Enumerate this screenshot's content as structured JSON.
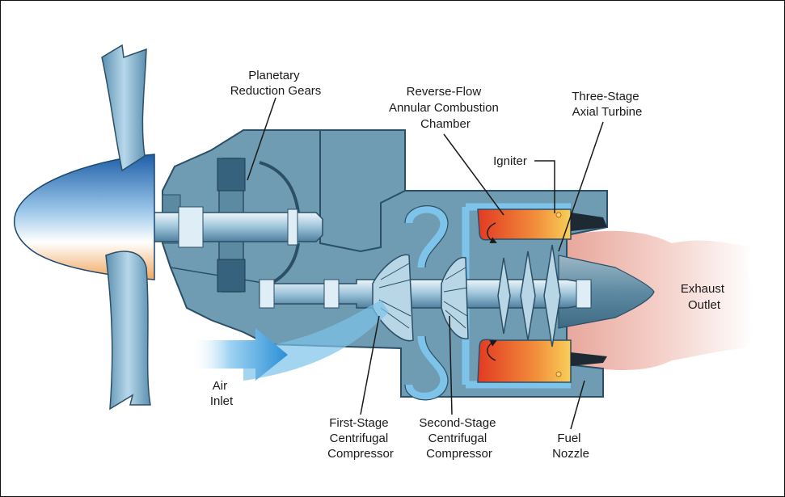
{
  "labels": {
    "planetary": [
      "Planetary",
      "Reduction Gears"
    ],
    "combustion": [
      "Reverse-Flow",
      "Annular Combustion",
      "Chamber"
    ],
    "turbine": [
      "Three-Stage",
      "Axial Turbine"
    ],
    "igniter": [
      "Igniter"
    ],
    "exhaust": [
      "Exhaust",
      "Outlet"
    ],
    "air": [
      "Air",
      "Inlet"
    ],
    "first": [
      "First-Stage",
      "Centrifugal",
      "Compressor"
    ],
    "second": [
      "Second-Stage",
      "Centrifugal",
      "Compressor"
    ],
    "nozzle": [
      "Fuel",
      "Nozzle"
    ]
  },
  "colors": {
    "casing": "#6f9cb3",
    "casing_dark": "#2b4f66",
    "shaft": "#b9d6e6",
    "air_flow": "#7ec3ea",
    "combustion_hot": "#e8542b",
    "combustion_warm": "#f6c250",
    "exhaust": "#f1c2b9"
  }
}
